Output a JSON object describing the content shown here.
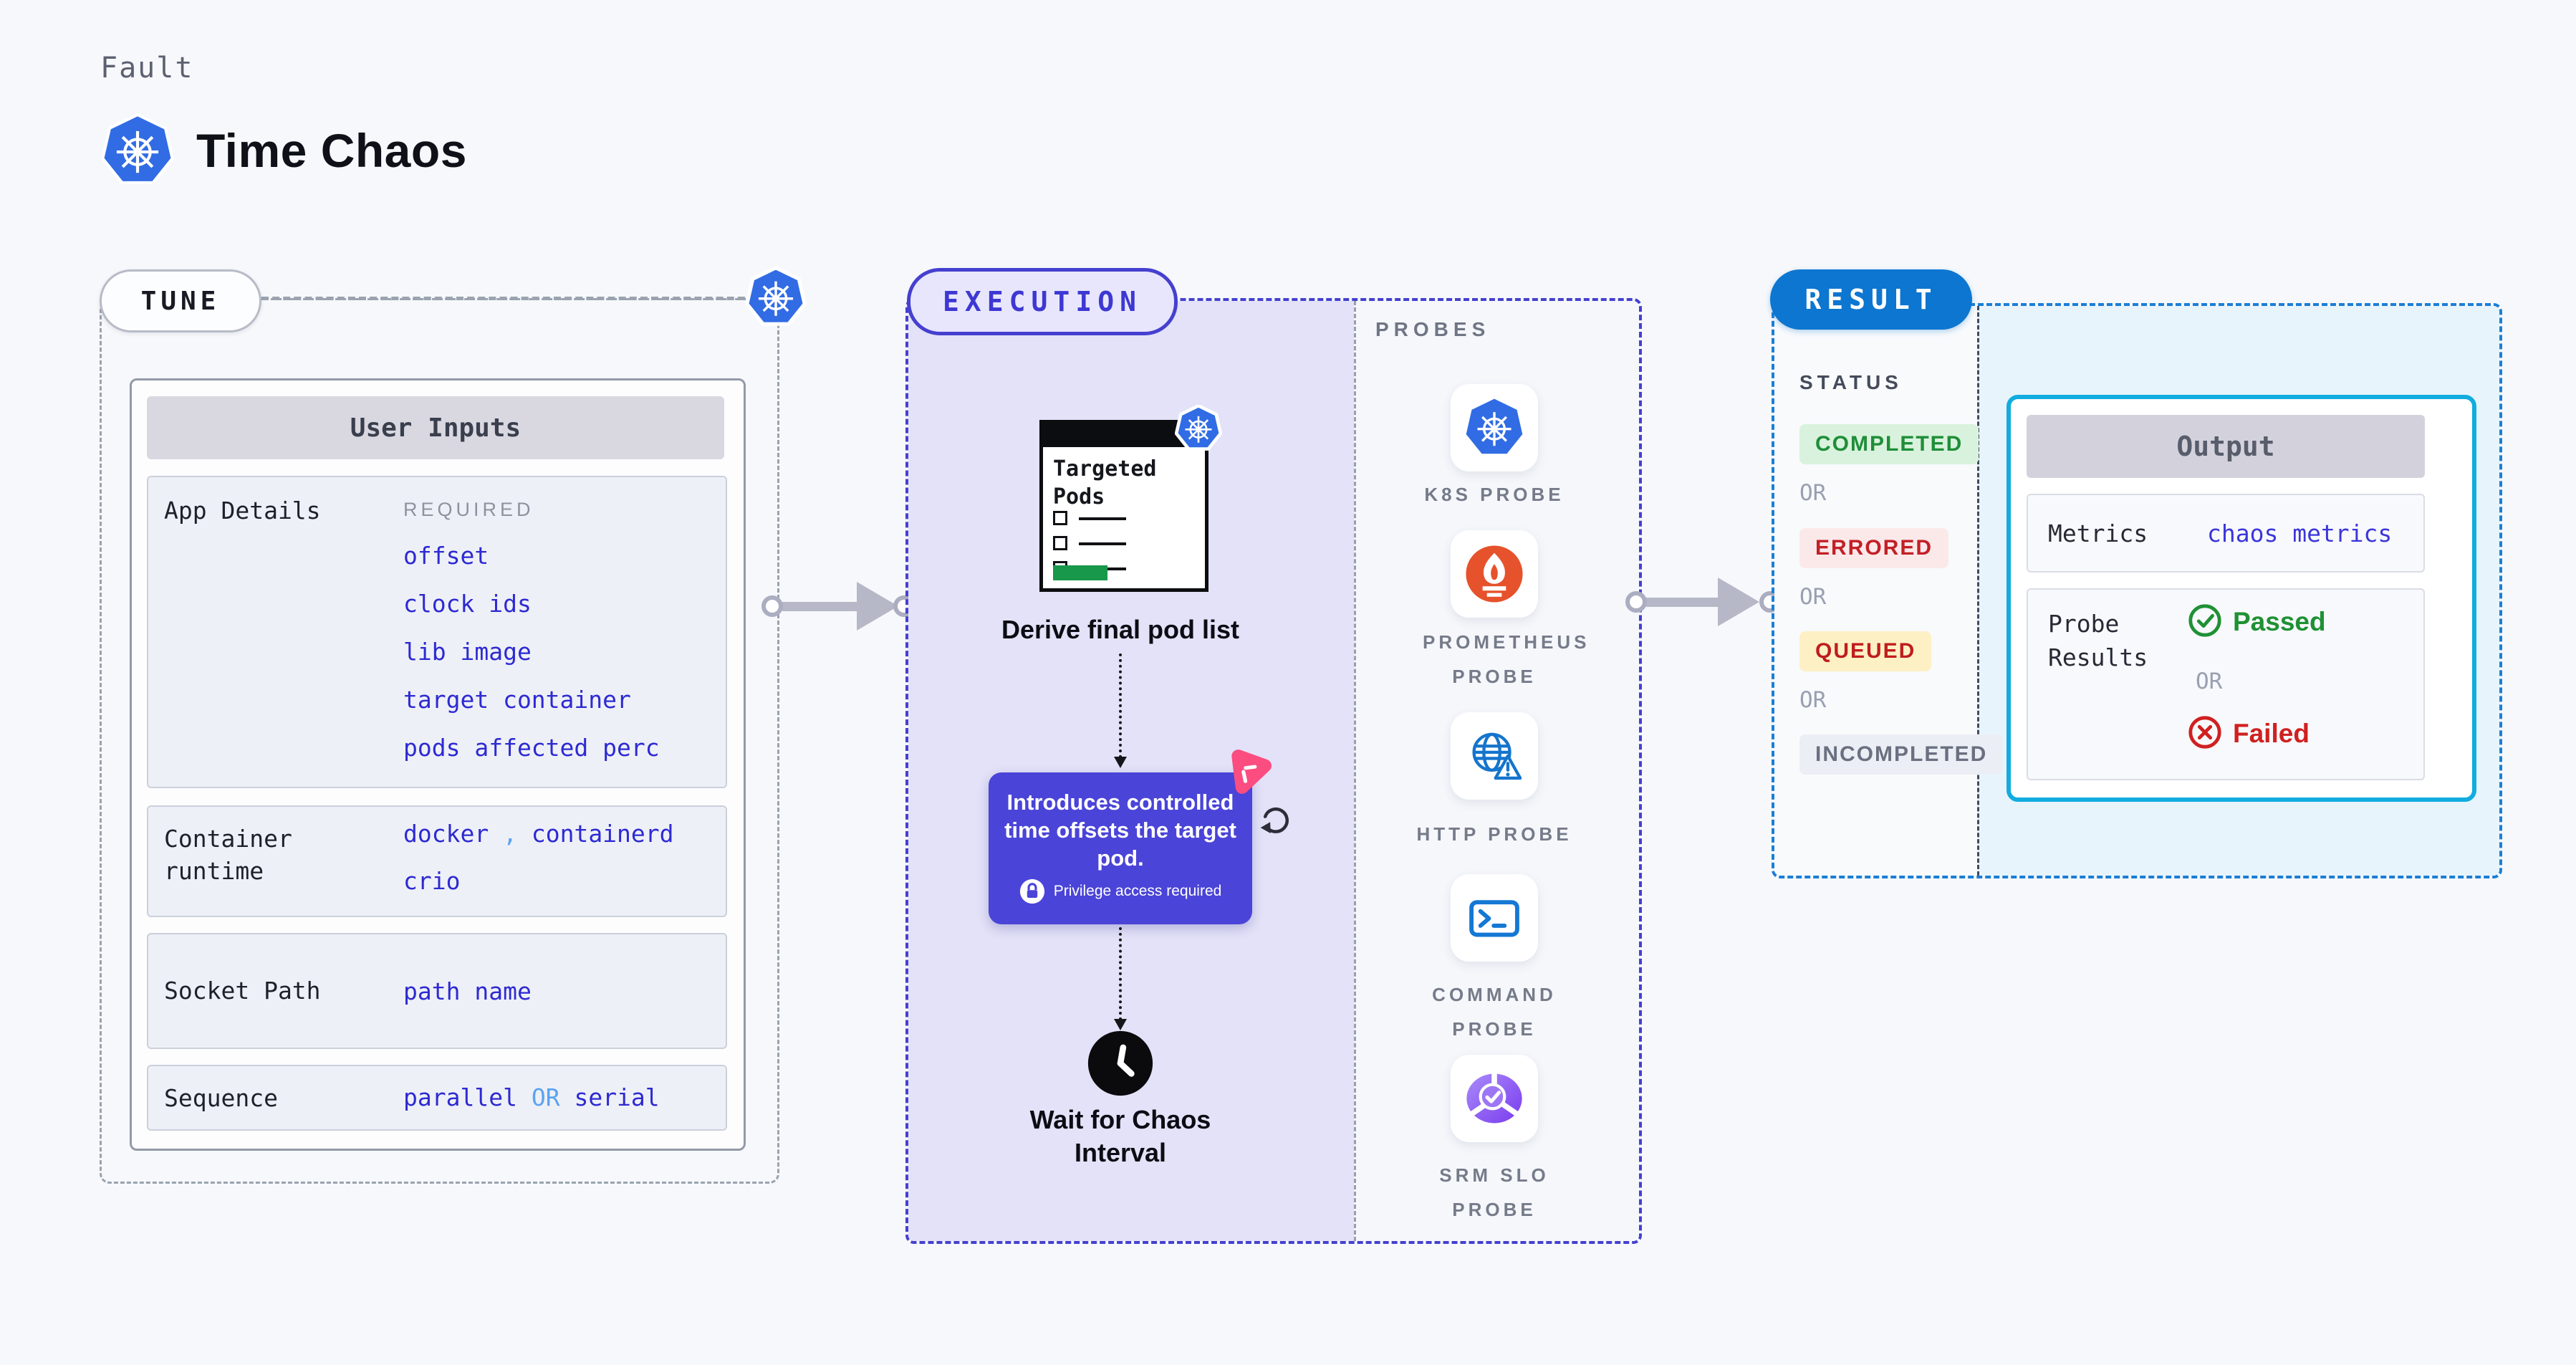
{
  "colors": {
    "accent_indigo": "#4540cf",
    "accent_blue": "#0d76d0",
    "accent_cyan": "#12acdf",
    "link_blue": "#2d2ad2",
    "light_blue": "#5aa3f1",
    "green": "#1e8e38",
    "red": "#c22026",
    "lavender": "#e3e2f8",
    "pink": "#fb4d80"
  },
  "header": {
    "eyebrow": "Fault",
    "title": "Time Chaos",
    "logo_icon": "kubernetes-icon"
  },
  "tune": {
    "pill_label": "TUNE",
    "user_inputs": {
      "title": "User Inputs",
      "app_details": {
        "label": "App Details",
        "badge": "REQUIRED",
        "values": [
          "offset",
          "clock ids",
          "lib image",
          "target container",
          "pods affected perc"
        ]
      },
      "container_runtime": {
        "label": "Container runtime",
        "value_a": "docker",
        "separator": ",",
        "value_b": "containerd",
        "value_c": "crio"
      },
      "socket_path": {
        "label": "Socket Path",
        "value": "path name"
      },
      "sequence": {
        "label": "Sequence",
        "value_a": "parallel",
        "or": "OR",
        "value_b": "serial"
      }
    }
  },
  "execution": {
    "pill_label": "EXECUTION",
    "targeted_pods_title": "Targeted Pods",
    "derive_label": "Derive final pod list",
    "tooltip": {
      "text": "Introduces controlled time offsets the target pod.",
      "note": "Privilege access required",
      "note_icon": "lock-icon"
    },
    "wait_label": "Wait for Chaos Interval",
    "probes": {
      "title": "PROBES",
      "items": [
        {
          "name": "K8S PROBE",
          "icon": "kubernetes-icon"
        },
        {
          "name": "PROMETHEUS PROBE",
          "icon": "prometheus-icon"
        },
        {
          "name": "HTTP PROBE",
          "icon": "http-globe-icon"
        },
        {
          "name": "COMMAND PROBE",
          "icon": "terminal-icon"
        },
        {
          "name": "SRM SLO PROBE",
          "icon": "slo-donut-icon"
        }
      ]
    }
  },
  "result": {
    "pill_label": "RESULT",
    "status": {
      "title": "STATUS",
      "badges": [
        "COMPLETED",
        "ERRORED",
        "QUEUED",
        "INCOMPLETED"
      ],
      "or": "OR"
    },
    "output": {
      "title": "Output",
      "metrics_label": "Metrics",
      "metrics_value": "chaos metrics",
      "probe_results_label": "Probe Results",
      "passed": "Passed",
      "or": "OR",
      "failed": "Failed"
    }
  }
}
